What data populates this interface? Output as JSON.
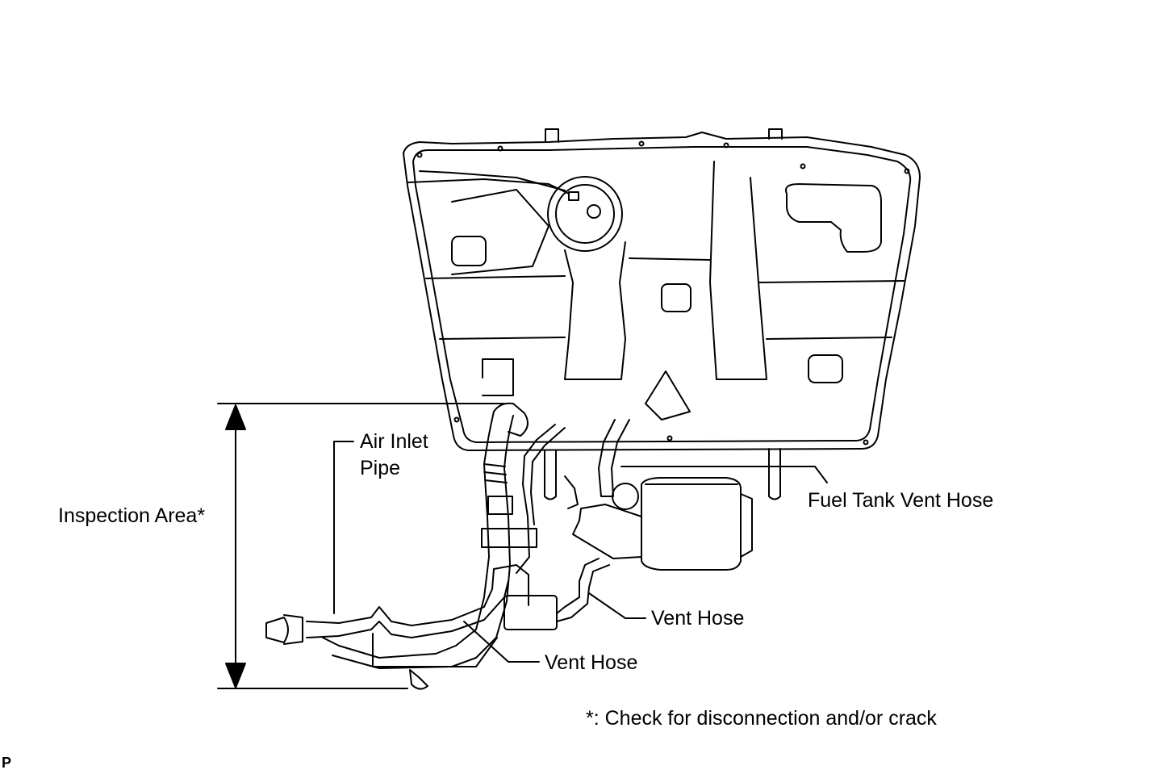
{
  "labels": {
    "air_inlet_pipe_line1": "Air Inlet",
    "air_inlet_pipe_line2": "Pipe",
    "inspection_area": "Inspection Area*",
    "fuel_tank_vent_hose": "Fuel Tank Vent Hose",
    "vent_hose_upper": "Vent Hose",
    "vent_hose_lower": "Vent Hose",
    "footnote": "*: Check for disconnection and/or crack",
    "corner_mark": "P"
  },
  "colors": {
    "line": "#000000",
    "background": "#ffffff"
  }
}
